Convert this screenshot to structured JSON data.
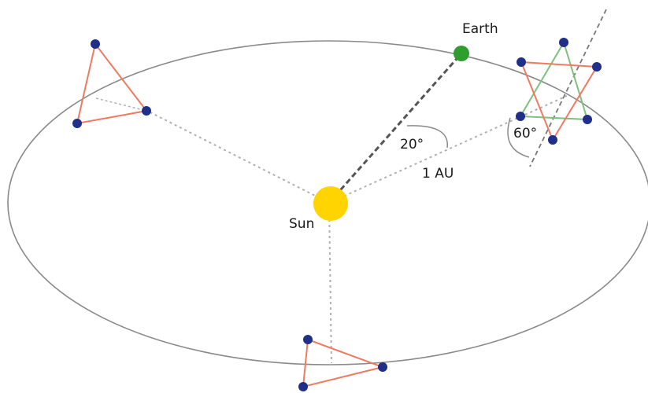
{
  "labels": {
    "earth": "Earth",
    "sun": "Sun",
    "angle_earth": "20°",
    "angle_constellation": "60°",
    "distance": "1 AU"
  },
  "colors": {
    "orbit": "#8a8a8a",
    "dashed": "#b0b0b0",
    "earth_line": "#555555",
    "sun": "#ffd400",
    "earth": "#2e9e2e",
    "spacecraft": "#1f2f8a",
    "red_link": "#f07a60",
    "green_link": "#7ec07e"
  }
}
